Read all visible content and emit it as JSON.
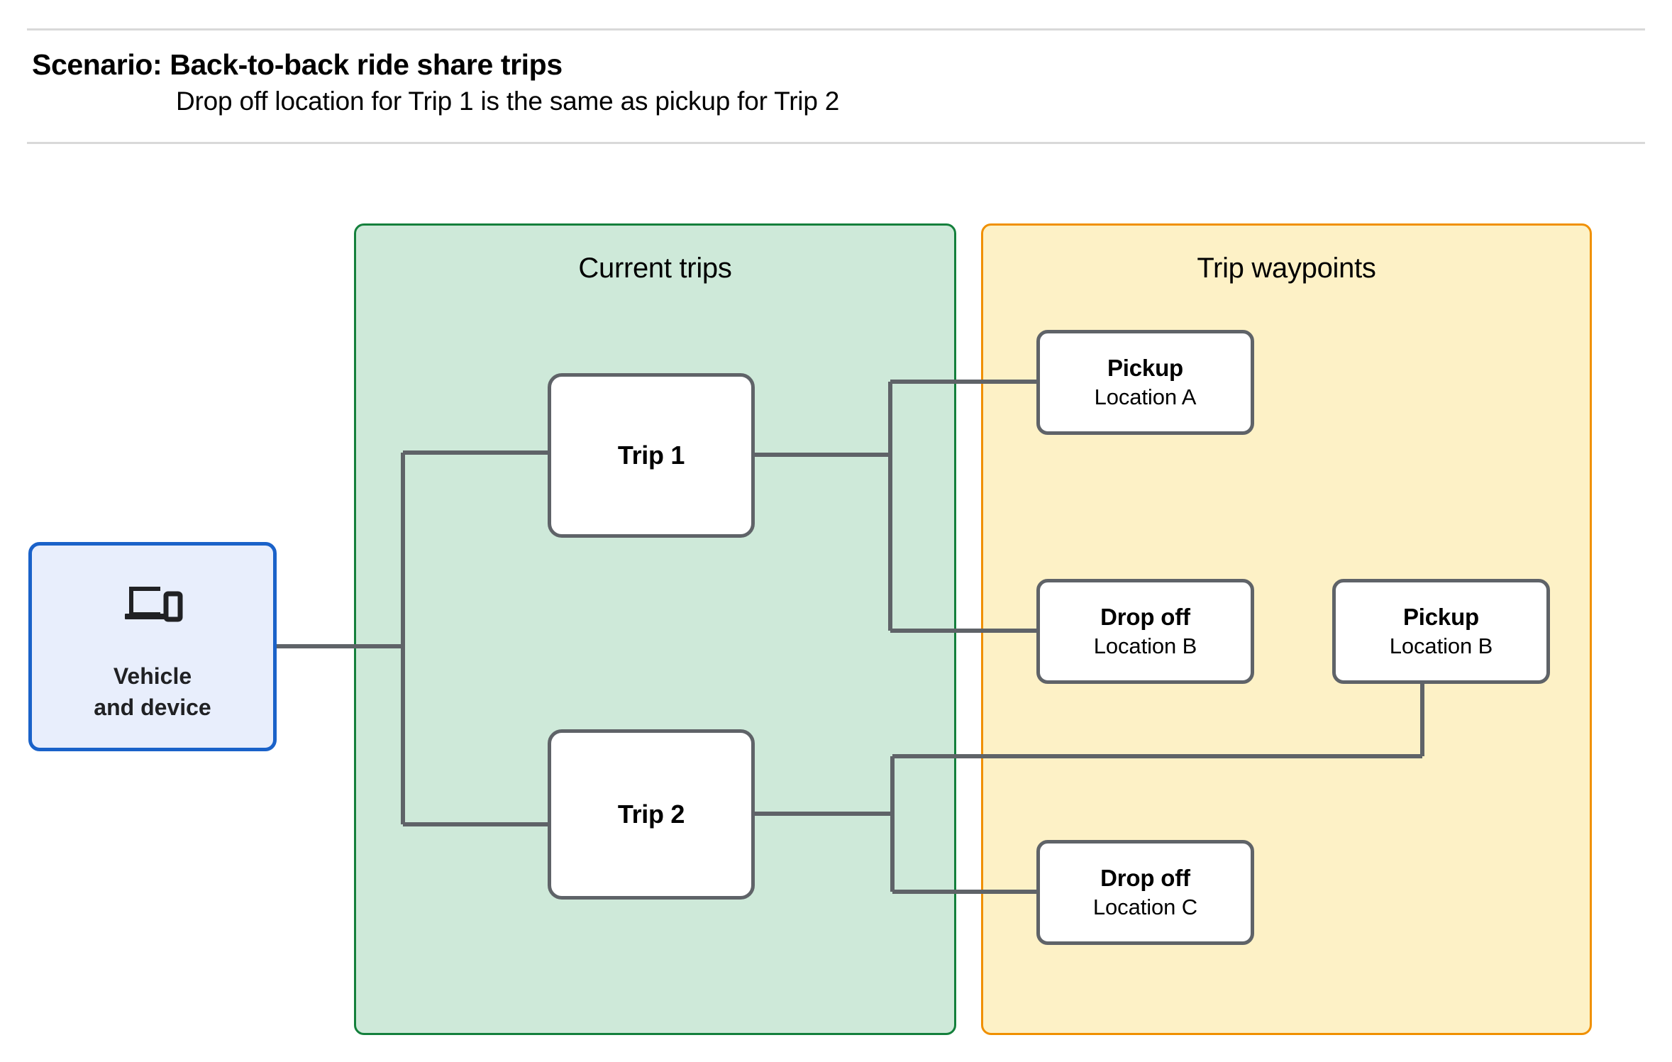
{
  "header": {
    "title": "Scenario: Back-to-back ride share trips",
    "subtitle": "Drop off  location for Trip 1 is the same as pickup for Trip 2"
  },
  "groups": {
    "current_trips": {
      "title": "Current trips"
    },
    "trip_waypoints": {
      "title": "Trip waypoints"
    }
  },
  "nodes": {
    "vehicle": {
      "label": "Vehicle\nand device",
      "icon": "devices-icon"
    },
    "trips": [
      {
        "label": "Trip 1"
      },
      {
        "label": "Trip 2"
      }
    ],
    "waypoints": [
      {
        "kind": "Pickup",
        "location": "Location A"
      },
      {
        "kind": "Drop off",
        "location": "Location B"
      },
      {
        "kind": "Pickup",
        "location": "Location B"
      },
      {
        "kind": "Drop off",
        "location": "Location C"
      }
    ]
  },
  "colors": {
    "current_trips_fill": "#cee9d9",
    "current_trips_border": "#14803c",
    "trip_waypoints_fill": "#fdf1c6",
    "trip_waypoints_border": "#f09000",
    "vehicle_fill": "#e8eefc",
    "vehicle_border": "#1a62c9",
    "node_border": "#5f6368",
    "node_fill": "#ffffff",
    "connector": "#5f6368",
    "rule": "#d9d9d9"
  }
}
